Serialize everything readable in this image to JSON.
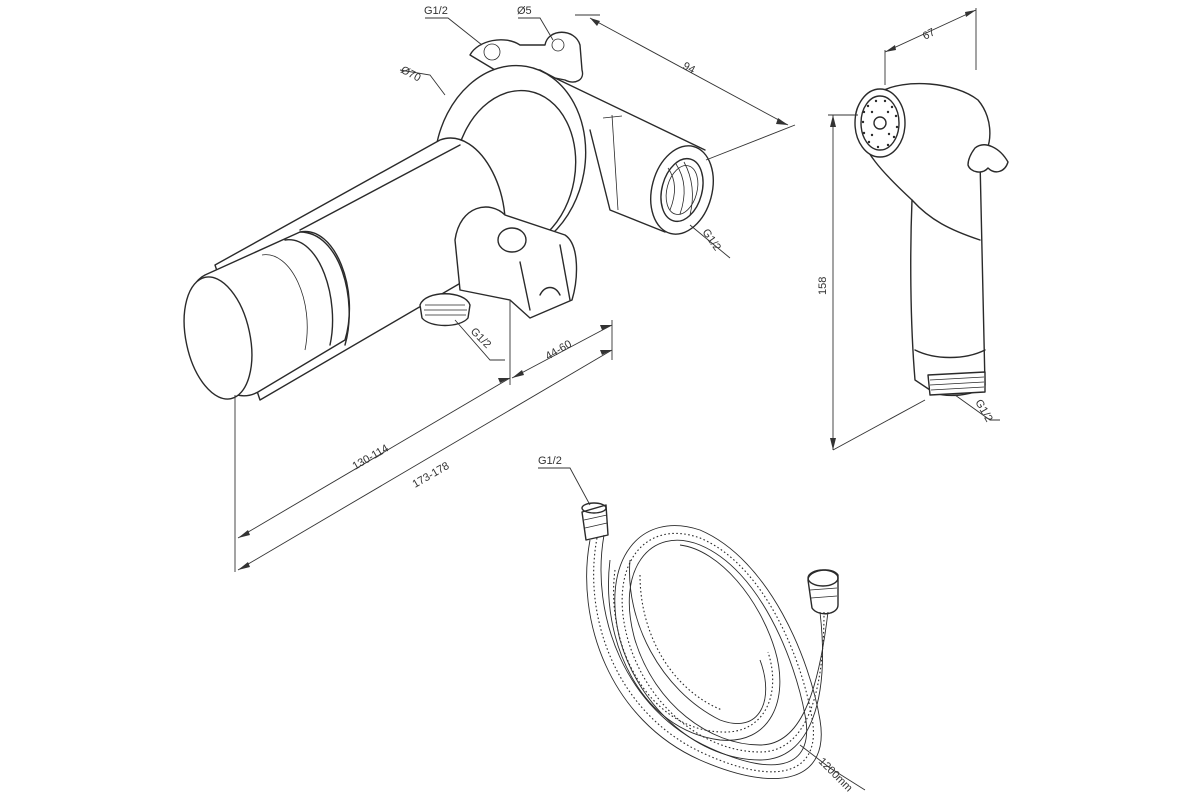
{
  "labels": {
    "g12_top": "G1/2",
    "d5": "Ø5",
    "d70": "Ø70",
    "d94": "94",
    "g12_outlet": "G1/2",
    "g12_holder": "G1/2",
    "d44_60": "44-60",
    "d130_114": "130-114",
    "d173_178": "173-178",
    "d67": "67",
    "d158": "158",
    "g12_spray": "G1/2",
    "g12_hose": "G1/2",
    "d1200": "1200mm"
  },
  "colors": {
    "line": "#2a2a2a",
    "text": "#333333",
    "background": "#ffffff"
  }
}
